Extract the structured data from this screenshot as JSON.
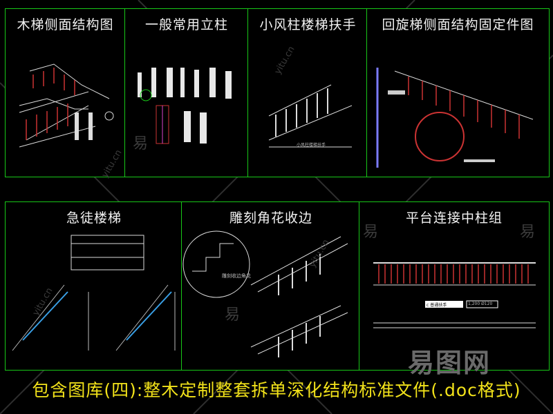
{
  "panels": [
    {
      "title": "木梯侧面结构图"
    },
    {
      "title": "一般常用立柱"
    },
    {
      "title": "小风柱楼梯扶手"
    },
    {
      "title": "回旋梯侧面结构固定件图"
    },
    {
      "title": "急徒楼梯"
    },
    {
      "title": "雕刻角花收边"
    },
    {
      "title": "平台连接中柱组"
    }
  ],
  "caption": "包含图库(四):整木定制整套拆单深化结构标准文件(.doc格式)",
  "watermarks": {
    "char": "易",
    "url": "yitu.cn",
    "brand": "易图网"
  },
  "annotations": {
    "carved_corner": "雕刻收边角花",
    "platform_sign": "c 普通扶手",
    "platform_dims": "1,200  Ø120",
    "small_pillar": "小风柱楼梯扶手"
  },
  "colors": {
    "frame": "#18c818",
    "caption": "#f2e21a",
    "title": "#f2f2f2"
  }
}
